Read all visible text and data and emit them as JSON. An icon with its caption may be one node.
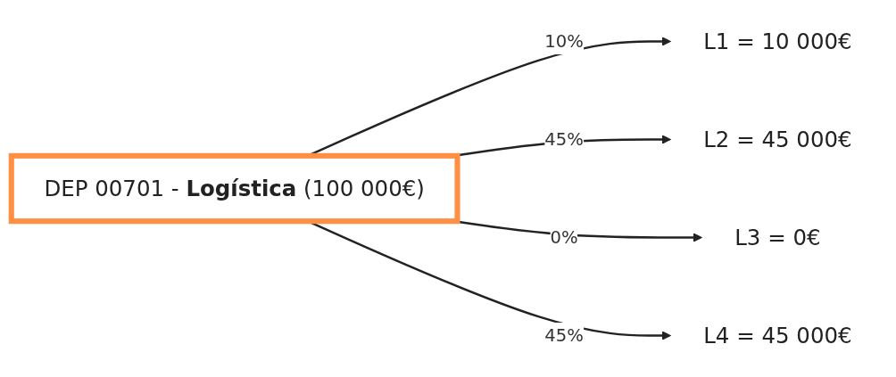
{
  "diagram": {
    "nodes": [
      {
        "text": [
          "DEP 00701 - **Logística** (100 000€)"
        ]
      },
      {
        "text": [
          "L1 = 10 000€"
        ]
      },
      {
        "text": [
          "L2 = 45 000€"
        ]
      },
      {
        "text": [
          "L3 = 0€"
        ]
      },
      {
        "text": [
          "L4 = 45 000€"
        ]
      }
    ],
    "edges": [
      {
        "from": 0,
        "to": 1,
        "arrow": "to",
        "label": "10%"
      },
      {
        "from": 0,
        "to": 2,
        "arrow": "to",
        "label": "45%"
      },
      {
        "from": 0,
        "to": 3,
        "arrow": "to",
        "label": "0%"
      },
      {
        "from": 0,
        "to": 4,
        "arrow": "to",
        "label": "45%"
      }
    ]
  }
}
